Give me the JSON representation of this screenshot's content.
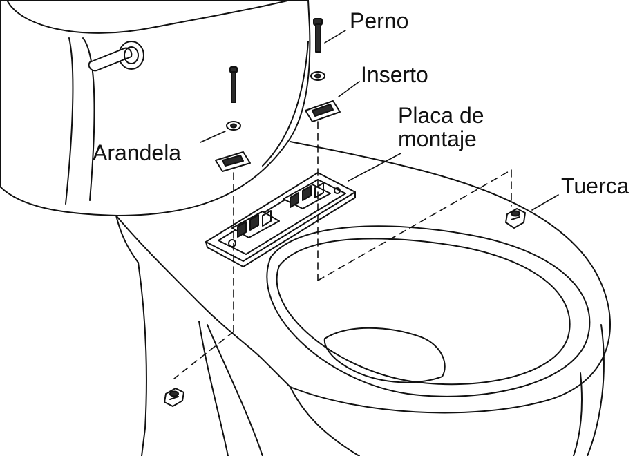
{
  "diagram": {
    "labels": {
      "perno": "Perno",
      "inserto": "Inserto",
      "placa_line1": "Placa de",
      "placa_line2": "montaje",
      "arandela": "Arandela",
      "tuerca": "Tuerca"
    },
    "colors": {
      "line": "#111111",
      "fill": "#ffffff",
      "part_fill": "#2a2a2a"
    }
  }
}
